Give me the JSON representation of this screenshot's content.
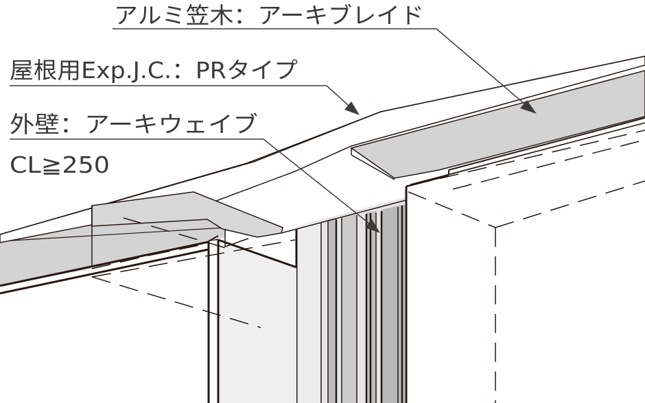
{
  "labels": {
    "coping": "アルミ笠木：アーキブレイド",
    "roof_joint": "屋根用Exp.J.C.：PRタイプ",
    "wall": "外壁：アーキウェイブ",
    "clearance": "CL≧250"
  },
  "colors": {
    "line": "#231815",
    "leader": "#3e3a39",
    "gray_face": "#d3d3d3",
    "light_face": "#efefef",
    "panel_gray": "#c9c9c9",
    "background": "#ffffff"
  }
}
